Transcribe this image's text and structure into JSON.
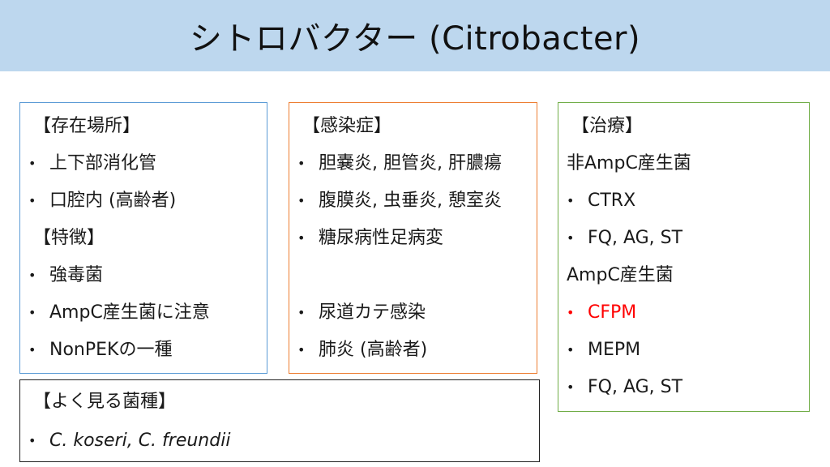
{
  "title": "シトロバクター (Citrobacter)",
  "bullet": "•",
  "habitat": {
    "heading": "【存在場所】",
    "items": [
      "上下部消化管",
      "口腔内 (高齢者)"
    ]
  },
  "features": {
    "heading": "【特徴】",
    "items": [
      "強毒菌",
      "AmpC産生菌に注意",
      "NonPEKの一種"
    ]
  },
  "infections": {
    "heading": "【感染症】",
    "items": [
      "胆嚢炎, 胆管炎, 肝膿瘍",
      "腹膜炎, 虫垂炎, 憩室炎",
      "糖尿病性足病変",
      "尿道カテ感染",
      "肺炎 (高齢者)"
    ]
  },
  "treatment": {
    "heading": "【治療】",
    "non_ampc_label": "非AmpC産生菌",
    "non_ampc_items": [
      "CTRX",
      "FQ, AG, ST"
    ],
    "ampc_label": "AmpC産生菌",
    "ampc_items": [
      "CFPM",
      "MEPM",
      "FQ, AG, ST"
    ],
    "highlight_color": "#ff0000"
  },
  "common_species": {
    "heading": "【よく見る菌種】",
    "items": [
      "C. koseri, C. freundii"
    ]
  }
}
